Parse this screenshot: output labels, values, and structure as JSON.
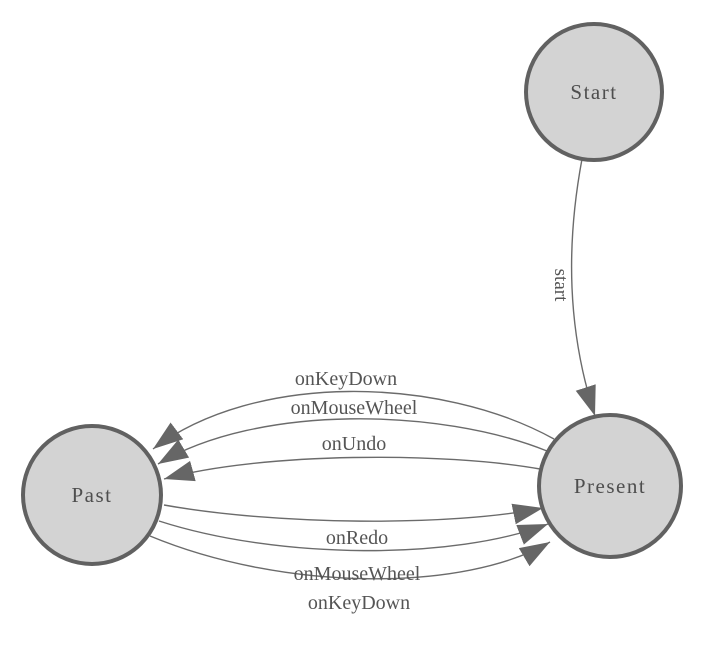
{
  "diagram": {
    "type": "finite-state-machine",
    "background_color": "#ffffff",
    "node_fill_color": "#d3d3d3",
    "node_border_color": "#616161",
    "edge_color": "#6b6b6b",
    "arrow_color": "#666666",
    "text_color": "#4e4e4e",
    "nodes": [
      {
        "id": "start",
        "label": "Start"
      },
      {
        "id": "present",
        "label": "Present"
      },
      {
        "id": "past",
        "label": "Past"
      }
    ],
    "edges": [
      {
        "from": "Start",
        "to": "Present",
        "label": "start"
      },
      {
        "from": "Present",
        "to": "Past",
        "label": "onKeyDown"
      },
      {
        "from": "Present",
        "to": "Past",
        "label": "onMouseWheel"
      },
      {
        "from": "Present",
        "to": "Past",
        "label": "onUndo"
      },
      {
        "from": "Past",
        "to": "Present",
        "label": "onRedo"
      },
      {
        "from": "Past",
        "to": "Present",
        "label": "onMouseWheel"
      },
      {
        "from": "Past",
        "to": "Present",
        "label": "onKeyDown"
      }
    ]
  }
}
